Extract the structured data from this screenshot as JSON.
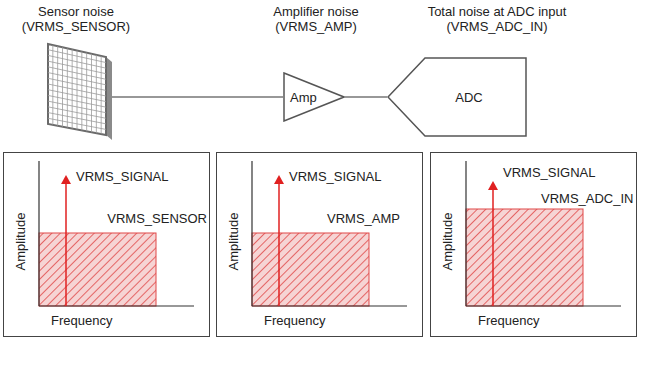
{
  "diagram": {
    "nodes": [
      {
        "text": [
          "Amp"
        ]
      },
      {
        "text": [
          "ADC"
        ]
      },
      {
        "text": [
          "Amplitude",
          "Frequency",
          "VRMS_SIGNAL",
          "VRMS_SENSOR"
        ]
      },
      {
        "text": [
          "Amplitude",
          "Frequency",
          "VRMS_SIGNAL",
          "VRMS_AMP"
        ]
      },
      {
        "text": [
          "Amplitude",
          "Frequency",
          "VRMS_SIGNAL",
          "VRMS_ADC_IN"
        ]
      }
    ],
    "edges": [
      {
        "from": 0,
        "to": 1,
        "arrow": "none"
      }
    ],
    "labels": [
      "Sensor noise",
      "(VRMS_SENSOR)",
      "Amplifier noise",
      "(VRMS_AMP)",
      "Total noise at ADC input",
      "(VRMS_ADC_IN)"
    ]
  }
}
